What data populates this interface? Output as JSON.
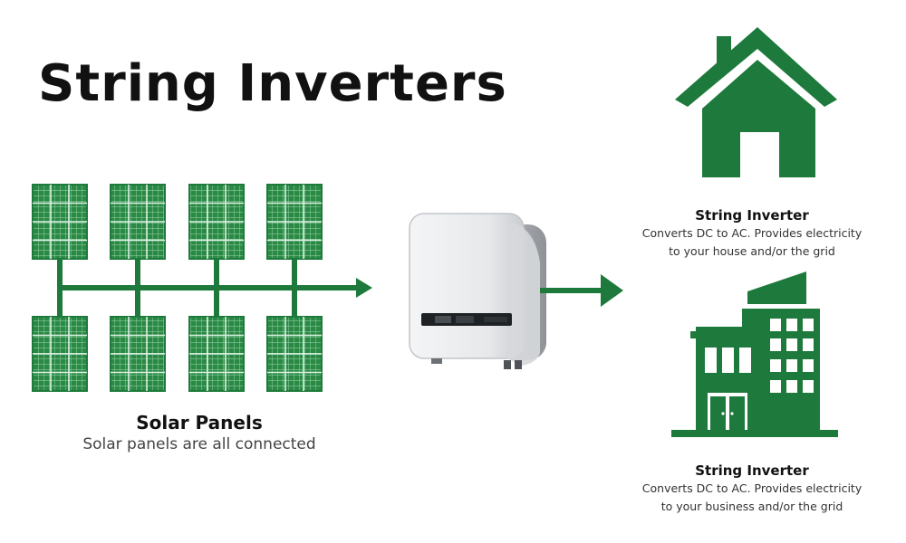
{
  "title": "String Inverters",
  "panels": {
    "heading": "Solar Panels",
    "description": "Solar panels are all connected"
  },
  "house": {
    "heading": "String Inverter",
    "description_line1": "Converts DC to AC. Provides electricity",
    "description_line2": "to your house and/or the grid"
  },
  "business": {
    "heading": "String Inverter",
    "description_line1": "Converts DC to AC. Provides electricity",
    "description_line2": "to your business and/or the grid"
  },
  "colors": {
    "green": "#1e7a3c",
    "panel_cell": "#2a8a45",
    "panel_grid": "#9fd6ae",
    "inverter_body": "#e9ebed",
    "text_dark": "#111111"
  },
  "icons": {
    "house": "house-icon",
    "building": "office-building-icon",
    "inverter": "inverter-device-icon",
    "panel": "solar-panel-icon"
  }
}
